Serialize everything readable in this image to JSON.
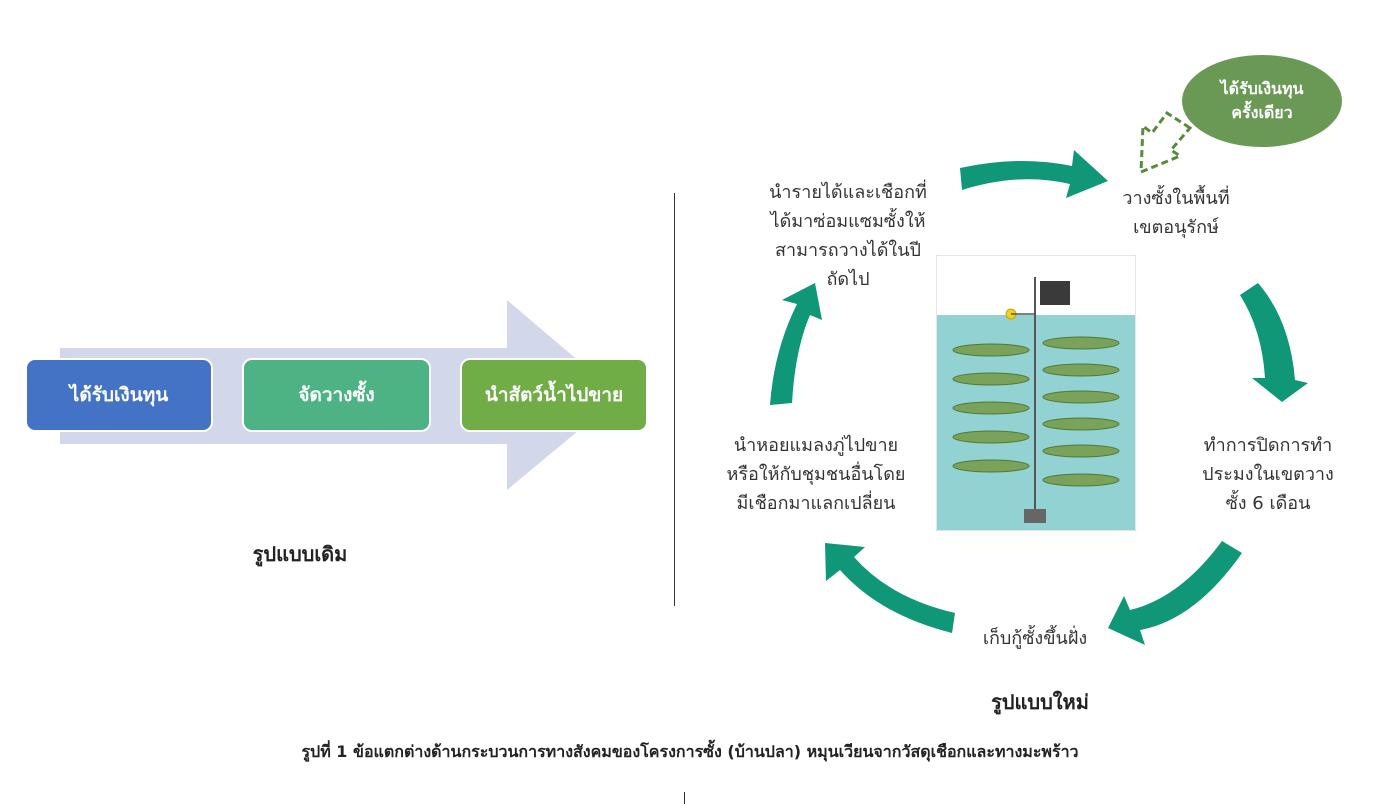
{
  "old_model": {
    "steps": [
      "ได้รับเงินทุน",
      "จัดวางซั้ง",
      "นำสัตว์น้ำไปขาย"
    ],
    "colors": [
      "#4472c4",
      "#4db385",
      "#70ad47"
    ],
    "arrow_color": "#d2d8ea",
    "title": "รูปแบบเดิม"
  },
  "new_model": {
    "funding_bubble": "ได้รับเงินทุน\nครั้งเดียว",
    "cycle_steps": {
      "top_right": [
        "วางซั้งในพื้นที่",
        "เขตอนุรักษ์"
      ],
      "right": [
        "ทำการปิดการทำ",
        "ประมงในเขตวาง",
        "ซั้ง 6 เดือน"
      ],
      "bottom": [
        "เก็บกู้ซั้งขึ้นฝั่ง"
      ],
      "left": [
        "นำหอยแมลงภู่ไปขาย",
        "หรือให้กับชุมชนอื่นโดย",
        "มีเชือกมาแลกเปลี่ยน"
      ],
      "top_left": [
        "นำรายได้และเชือกที่",
        "ได้มาซ่อมแซมซั้งให้",
        "สามารถวางได้ในปี",
        "ถัดไป"
      ]
    },
    "cycle_arrow_color": "#0f9777",
    "title": "รูปแบบใหม่"
  },
  "figure_caption": "รูปที่ 1 ข้อแตกต่างด้านกระบวนการทางสังคมของโครงการซั้ง (บ้านปลา) หมุนเวียนจากวัสดุเชือกและทางมะพร้าว"
}
